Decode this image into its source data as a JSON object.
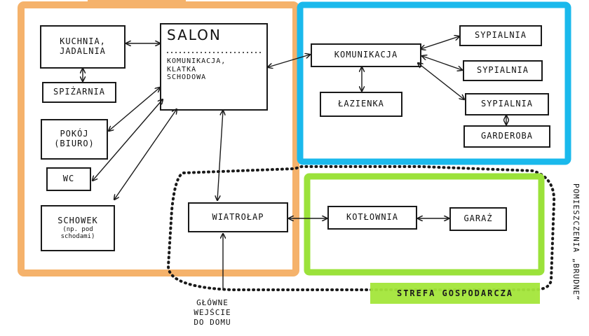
{
  "zones": {
    "orange_color": "#f5b26b",
    "blue_color": "#1ab9ec",
    "green_color": "#9be23a",
    "dotted_color": "#1a1a1a",
    "strefa_label": "STREFA GOSPODARCZA",
    "vertical_note": "POMIESZCZENIA „BRUDNE”"
  },
  "rooms": {
    "kuchnia": [
      "KUCHNIA,",
      "JADALNIA"
    ],
    "spizarnia": "SPIŻARNIA",
    "salon_title": "SALON",
    "salon_sub": [
      "KOMUNIKACJA,",
      "KLATKA",
      "SCHODOWA"
    ],
    "pokoj": [
      "POKÓJ",
      "(BIURO)"
    ],
    "wc": "WC",
    "schowek": "SCHOWEK",
    "schowek_note": [
      "(np. pod",
      "schodami)"
    ],
    "komunikacja": "KOMUNIKACJA",
    "lazienka": "ŁAZIENKA",
    "sypialnia_1": "SYPIALNIA",
    "sypialnia_2": "SYPIALNIA",
    "sypialnia_3": "SYPIALNIA",
    "garderoba": "GARDEROBA",
    "wiatrolap": "WIATROŁAP",
    "kotlownia": "KOTŁOWNIA",
    "garaz": "GARAŻ"
  },
  "entrance": [
    "GŁÓWNE",
    "WEJŚCIE",
    "DO DOMU"
  ]
}
